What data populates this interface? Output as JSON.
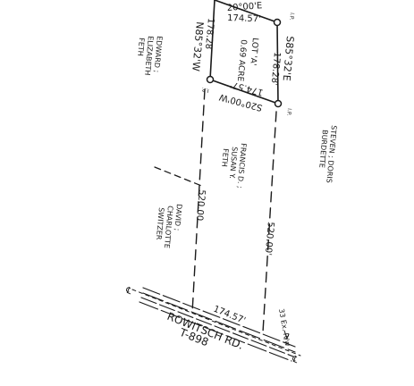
{
  "survey": {
    "top_bearing_right": "20°00'E",
    "top_distance": "174.57'",
    "right_bearing": "S85°32'E",
    "right_distance": "178.28'",
    "left_bearing": "N85°32'W",
    "left_distance": "178.28",
    "bottom_bearing": "S20°00'W",
    "bottom_distance": "174.57'",
    "lot_label": "LOT 'A'",
    "lot_area": "0.69 ACRE",
    "pin_label": "I.P.",
    "long_left_distance": "520.00",
    "long_right_distance": "520.00'",
    "road_distance": "174.57'",
    "road_row": "33 Ex. R/w"
  },
  "owners": {
    "left_upper": {
      "line1": "EDWARD ;",
      "line2": "ELIZABETH",
      "line3": "FETH"
    },
    "center": {
      "line1": "FRANCIS D. ;",
      "line2": "SUSAN Y.",
      "line3": "FETH"
    },
    "left_lower": {
      "line1": "DAVID ;",
      "line2": "CHARLOTTE",
      "line3": "SWITZER"
    },
    "right": {
      "line1": "STEVEN ; DORIS",
      "line2": "BURDETTE"
    }
  },
  "road": {
    "name": "ROWITSCH RD.",
    "number": "T-898",
    "centerline_mark": "℄"
  }
}
